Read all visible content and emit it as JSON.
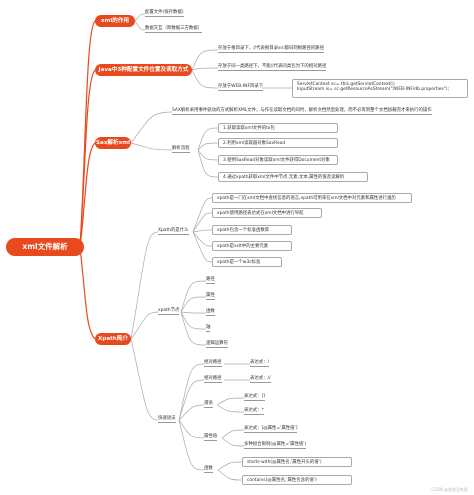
{
  "root": "xml文件解析",
  "xml_role": {
    "title": "xml的作用",
    "items": [
      "配置文件(保存数据)",
      "数据交互（跨数据三方数据）"
    ]
  },
  "java_config": {
    "title": "Java中3种配置文件位置及读取方式",
    "items": [
      "存放于根目录下，//代表根目录src都归到根路径的路径",
      "存放于同一类路径下，不能//代表同类包为下的相对路径",
      "存放于WEB-INF目录下"
    ],
    "code_lines": [
      "ServletContext sc= this.getServletContext();",
      "InputStream is= sc.getResourceAsStream(\"/WEB-INF/db.properties\");"
    ]
  },
  "sax": {
    "title": "Sax解析xml文件",
    "desc": "SAX解析采用事件驱动的方式解析XML文件，与作在读取文档的同时，解析文档然后处理，而不必等到整个文档加载完才来执行的操作",
    "group_label": "解析流程",
    "steps": [
      "1.获取读取xml文件的to包",
      "2.利用xml读取器对象SaxRead",
      "3.使用SaxRead对象读取xml文件获得Document对象",
      "4.通过xpath获取xml文件中节点,元素,文本,属性的值及读解析"
    ]
  },
  "xpath": {
    "title": "Xpath简介",
    "what_label": "Xpath的是什么",
    "what_items": [
      "xpath是一门在xml文档中查找信息的语言,xpath可用来在xml文档中对元素和属性进行遍历",
      "xpath使用路径表达式在xml文档中进行导航",
      "xpath包含一个标准函数库",
      "xpath是xslt中的主要元素",
      "xpath是一个w3c标准"
    ],
    "nodes_label": "xpath节点",
    "nodes": [
      "路径",
      "属性",
      "函数",
      "轴",
      "逻辑运算符"
    ],
    "syntax_label": "快速语法",
    "abs_path": {
      "label": "绝对路径",
      "syntax": "表达式：/"
    },
    "rel_path": {
      "label": "相对路径",
      "syntax": "表达式：//"
    },
    "predicate": {
      "label": "谓语",
      "items": [
        "表达式：[]",
        "表达式：*"
      ]
    },
    "attr_value": {
      "label": "属性值",
      "items": [
        "表达式：[@属性='属性值']",
        "多种组合限制(@属性='属性值')"
      ]
    },
    "functions": {
      "label": "函数",
      "items": [
        "starts-with(@属性名,'属性开头的值')",
        "contains(@属性名,'属性包含的值')"
      ]
    }
  },
  "watermark": "CSDN @老鱼没吃饭"
}
